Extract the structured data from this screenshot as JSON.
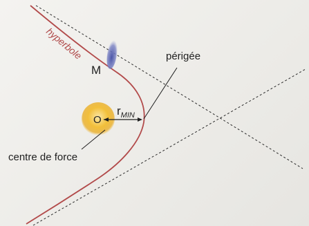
{
  "labels": {
    "curve": "hyperbole",
    "point_m": "M",
    "point_o": "O",
    "radius_symbol": "r",
    "radius_subscript": "MIN",
    "perigee": "périgée",
    "force_centre": "centre de force"
  },
  "colors": {
    "curve": "#b24a4a",
    "asymptote": "#2a2a2a",
    "body_fill": "#f2bf3a",
    "body_glow": "#f8dc84",
    "object_blur": "#6b73b8",
    "text": "#1f1f1f"
  }
}
